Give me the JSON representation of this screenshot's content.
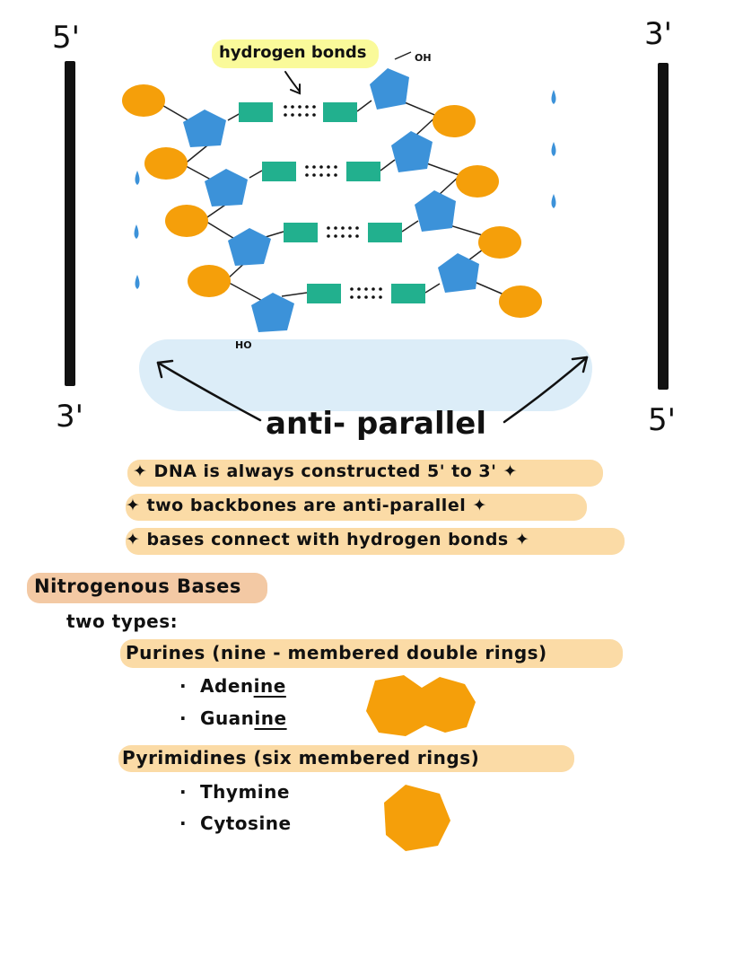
{
  "strand_left": {
    "top_end": "5'",
    "bottom_end": "3'"
  },
  "strand_right": {
    "top_end": "3'",
    "bottom_end": "5'"
  },
  "hydrogen_bonds_label": "hydrogen bonds",
  "hydroxyl_top": "OH",
  "hydroxyl_bottom": "HO",
  "anti_parallel_label": "anti- parallel",
  "notes": [
    "DNA is always constructed 5' to 3'",
    "two backbones are anti-parallel",
    "bases connect with hydrogen bonds"
  ],
  "nitrogenous": {
    "heading": "Nitrogenous Bases",
    "types_label": "two types:",
    "purines": {
      "label": "Purines (nine - membered double rings)",
      "items": [
        {
          "text": "Aden",
          "ul": "ine"
        },
        {
          "text": "Guan",
          "ul": "ine"
        }
      ]
    },
    "pyrimidines": {
      "label": "Pyrimidines (six membered rings)",
      "items": [
        "Thymine",
        "Cytosine"
      ]
    }
  },
  "colors": {
    "phosphate": "#f59f0a",
    "sugar": "#3c92d9",
    "base": "#22b08e",
    "highlight_yellow": "#fafa9a",
    "highlight_orange": "#fbdba6",
    "highlight_blue": "#dcedf8",
    "highlight_heading": "#f3c9a4",
    "water": "#3c92d9"
  }
}
